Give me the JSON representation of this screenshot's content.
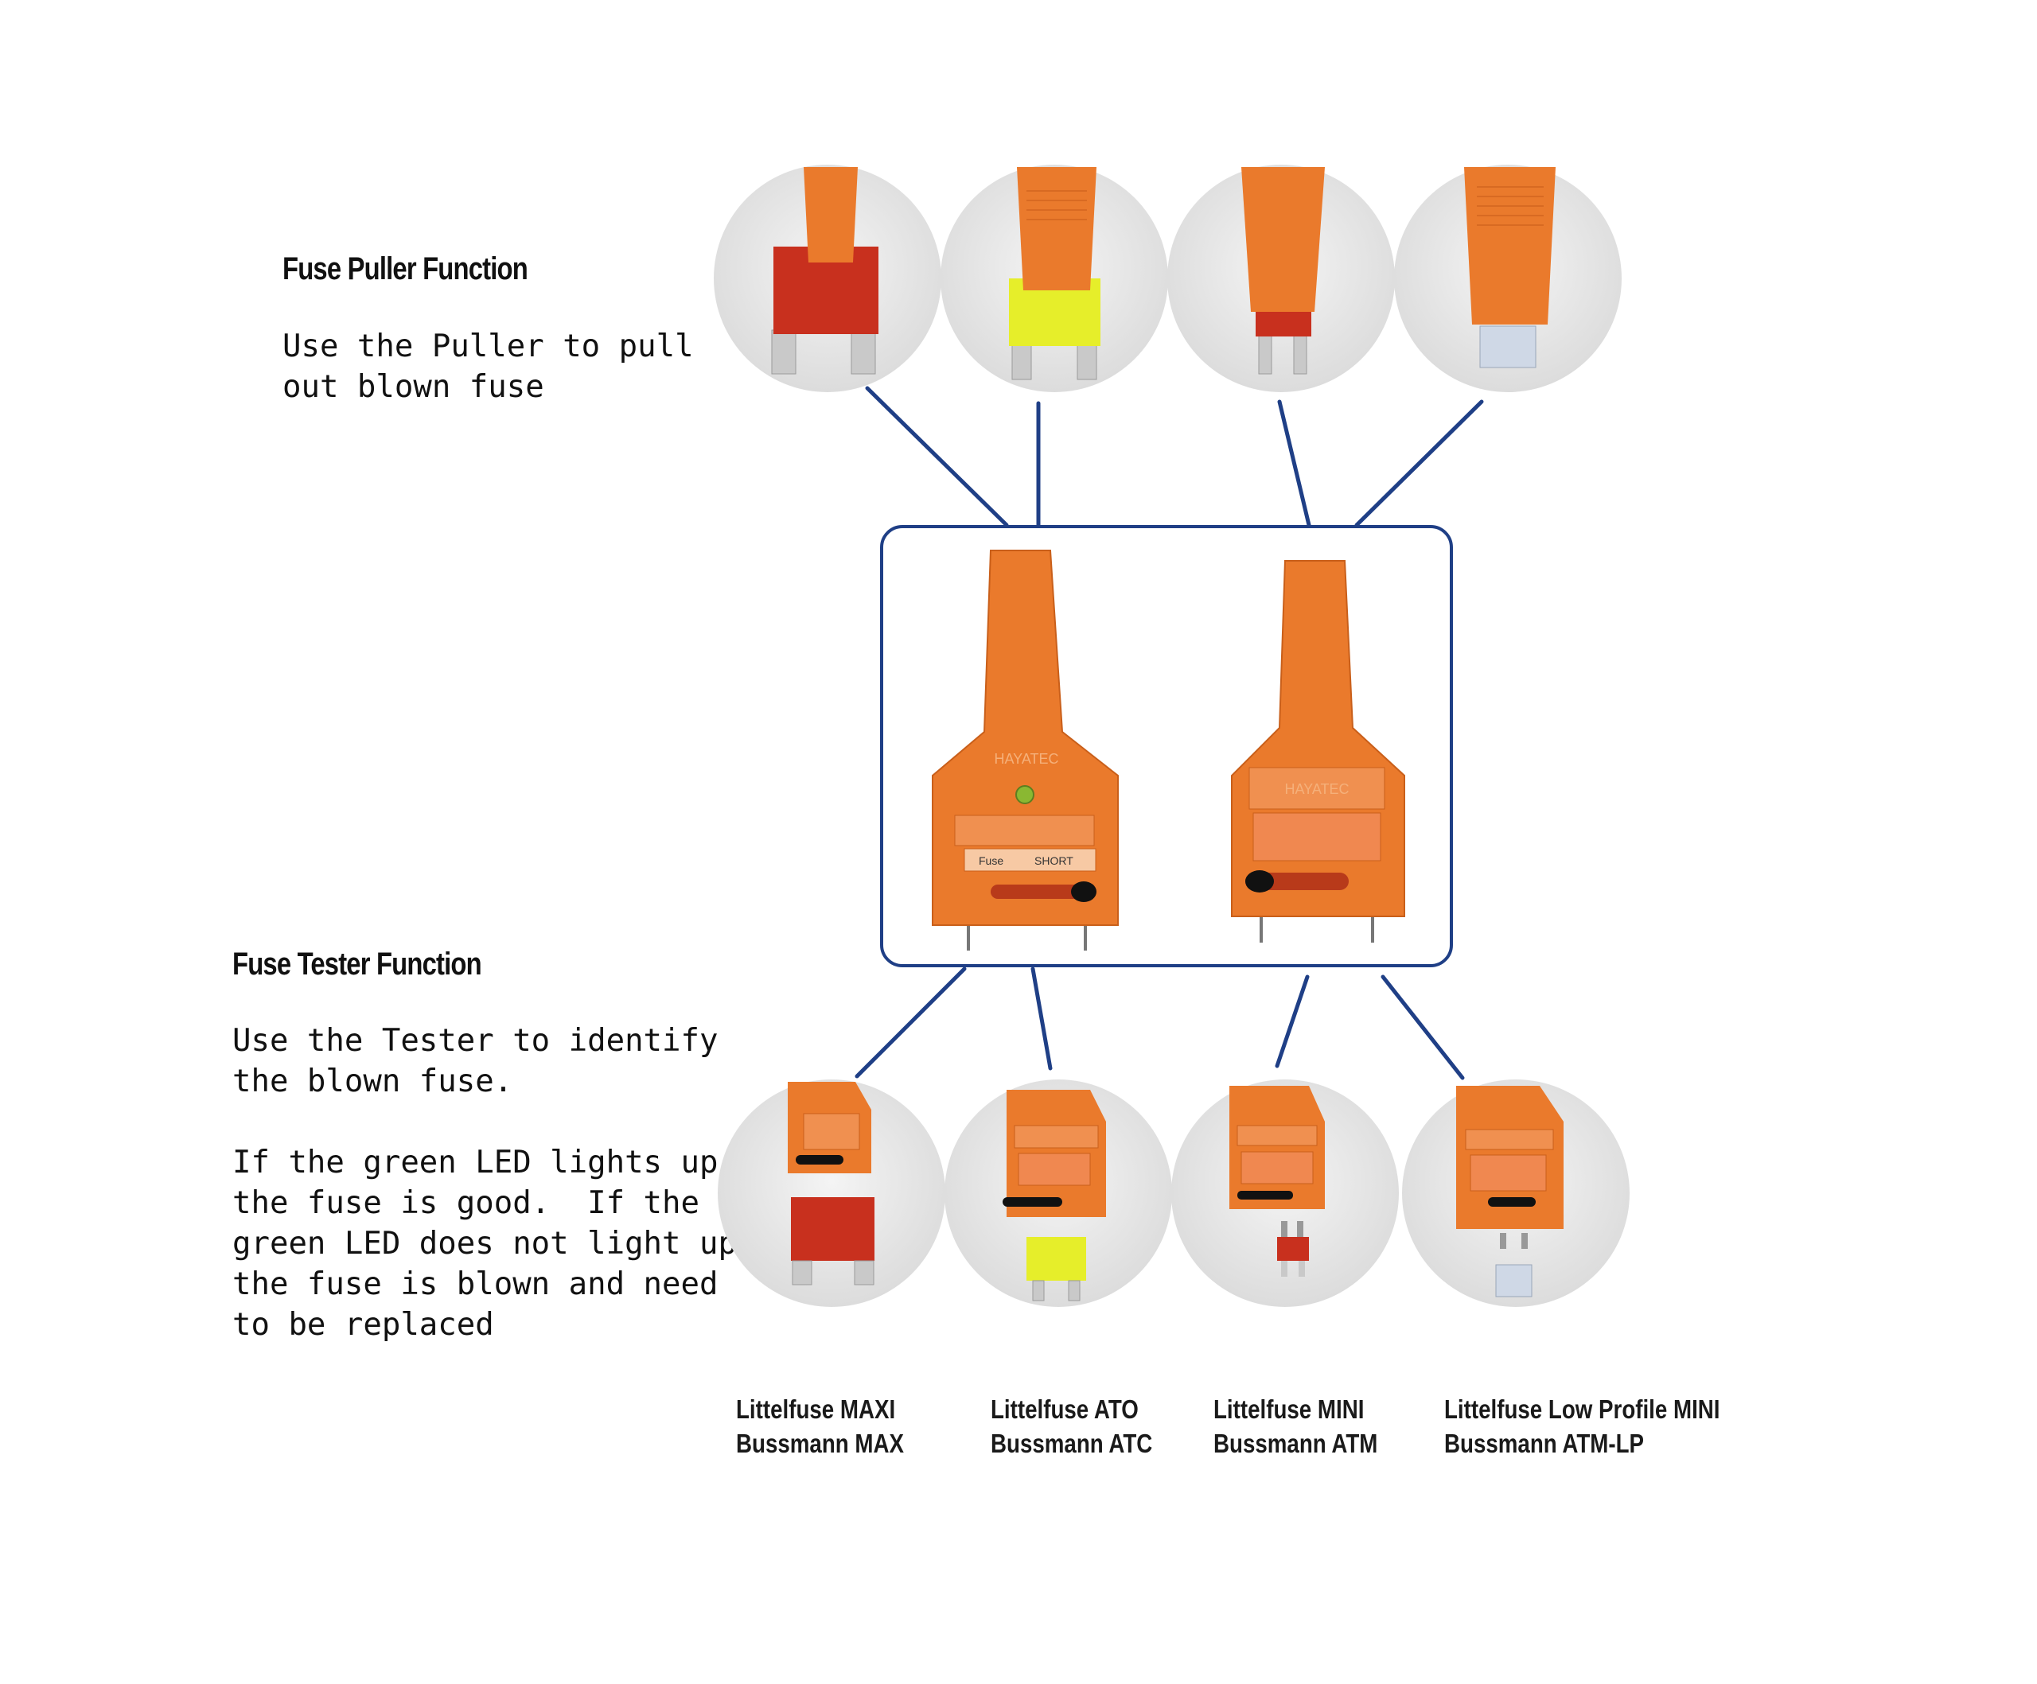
{
  "puller": {
    "title": "Fuse Puller Function",
    "description": "Use the Puller to pull\nout blown fuse"
  },
  "tester": {
    "title": "Fuse Tester Function",
    "description": "Use the Tester to identify\nthe blown fuse.\n\nIf the green LED lights up,\nthe fuse is good.  If the\ngreen LED does not light up,\nthe fuse is blown and need\nto be replaced"
  },
  "tool": {
    "brand": "HAYATEC",
    "left_label_1": "Fuse",
    "left_label_2": "SHORT"
  },
  "fuse_types": [
    {
      "line1": "Littelfuse MAXI",
      "line2": "Bussmann MAX",
      "color": "#c8301e"
    },
    {
      "line1": "Littelfuse ATO",
      "line2": "Bussmann ATC",
      "color": "#e6ee2a"
    },
    {
      "line1": "Littelfuse MINI",
      "line2": "Bussmann ATM",
      "color": "#c8301e"
    },
    {
      "line1": "Littelfuse Low Profile MINI",
      "line2": "Bussmann ATM-LP",
      "color": "#cfd8e6"
    }
  ],
  "colors": {
    "tool_orange": "#ea7a2c",
    "connector_line": "#1f3f86",
    "led_green": "#8ab832",
    "circle_bg": "#e6e6e6"
  }
}
